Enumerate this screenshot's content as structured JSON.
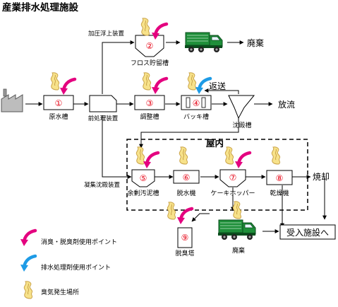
{
  "title": "産業排水処理施設",
  "indoor_label": "屋内",
  "units": [
    {
      "num": "①",
      "label": "原水槽"
    },
    {
      "num": "②",
      "label": "フロス貯留槽"
    },
    {
      "num": "③",
      "label": "調整槽"
    },
    {
      "num": "④",
      "label": "バッキ槽"
    },
    {
      "num": "⑤",
      "label": "余剰汚泥槽"
    },
    {
      "num": "⑥",
      "label": "脱水機"
    },
    {
      "num": "⑦",
      "label": "ケーキホッパー"
    },
    {
      "num": "⑧",
      "label": "乾燥機"
    },
    {
      "num": "⑨",
      "label": "脱臭塔"
    }
  ],
  "equipment": {
    "pretreatment": "前処理装置",
    "flotation": "加圧浮上装置",
    "coagulation": "凝集沈殿装置",
    "sedimentation": "沈殿槽"
  },
  "outputs": {
    "disposal": "廃棄",
    "discharge": "放流",
    "return": "返送",
    "incineration": "焼却",
    "receiving": "受入施設へ",
    "truck_disposal": "廃棄"
  },
  "legend": [
    {
      "key": "deodorant",
      "label": "消臭・脱臭剤使用ポイント",
      "color": "#e4007f"
    },
    {
      "key": "water_agent",
      "label": "排水処理剤使用ポイント",
      "color": "#1e9be6"
    },
    {
      "key": "odor_source",
      "label": "臭気発生場所",
      "color": "#f7e28a"
    }
  ],
  "colors": {
    "number": "#e60012",
    "deodorant_arrow": "#e4007f",
    "water_arrow": "#1e9be6",
    "odor": "#f7e28a",
    "truck": "#1f8f3a"
  }
}
